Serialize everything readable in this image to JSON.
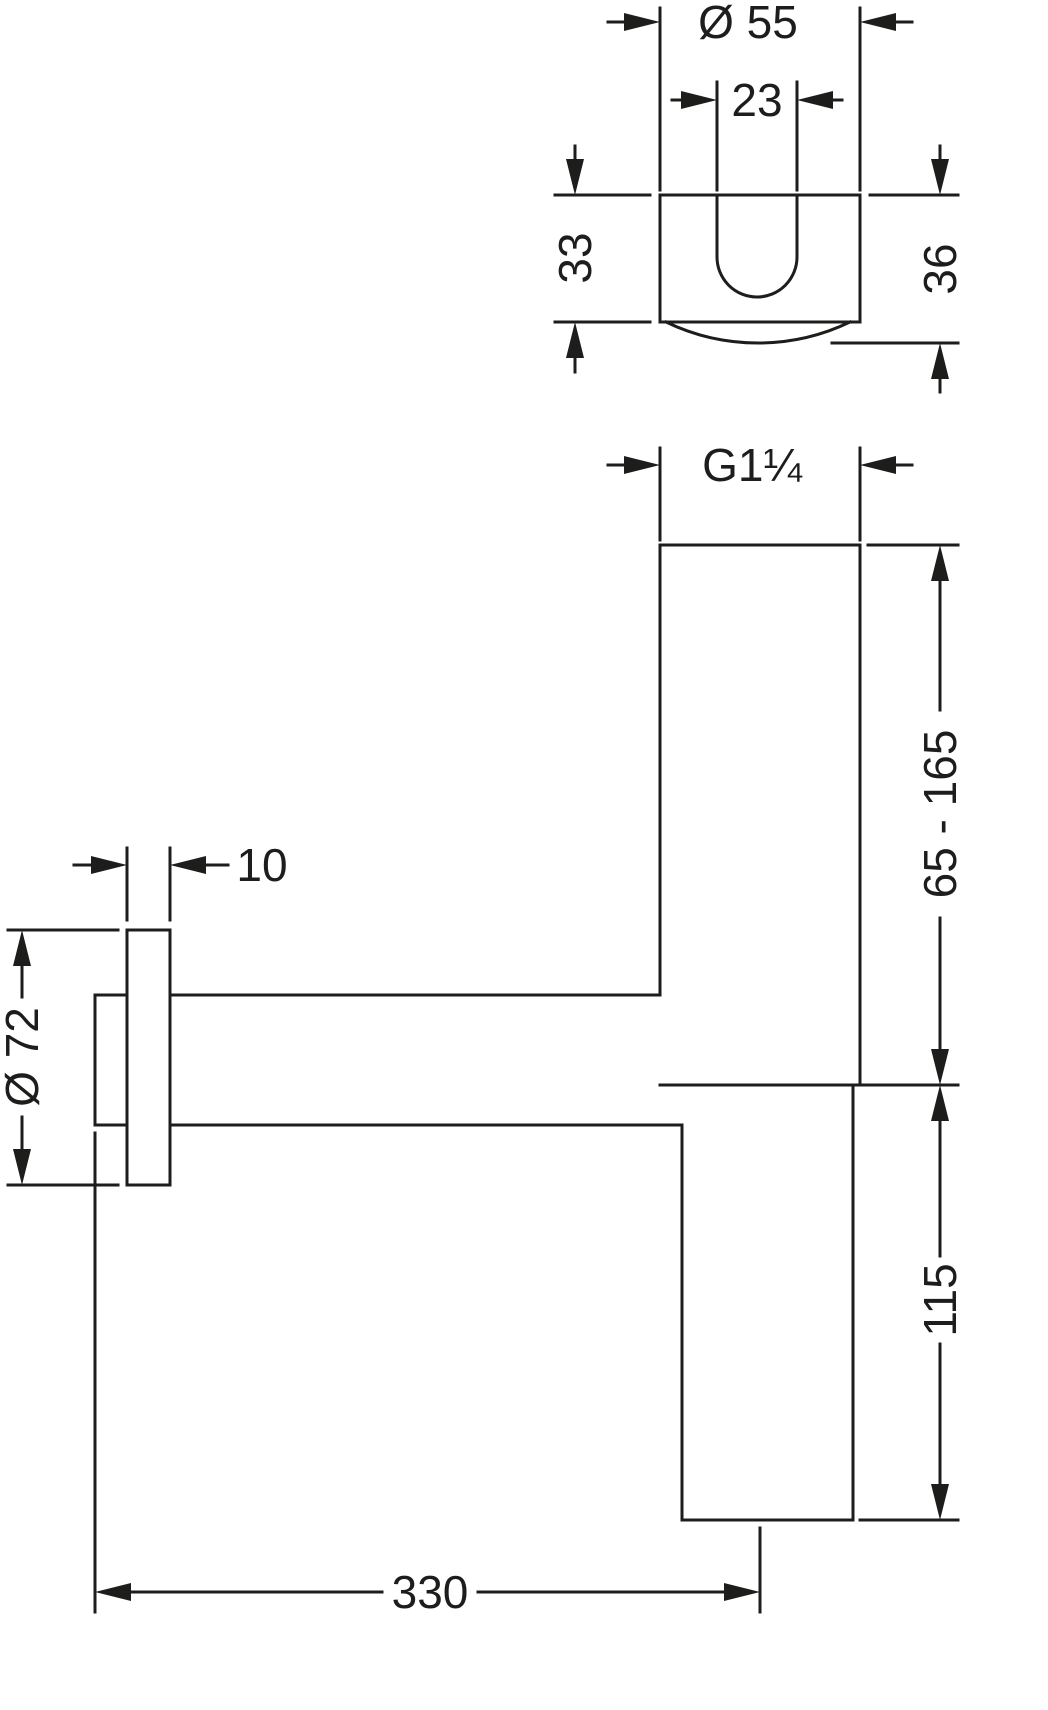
{
  "colors": {
    "ink": "#1d1d1b",
    "paper": "#ffffff"
  },
  "detail_view": {
    "diameter": "Ø 55",
    "slot_width": "23",
    "depth_front": "33",
    "depth_total": "36"
  },
  "main_view": {
    "inlet_thread": "G1¼",
    "adjustment_range": "65 - 165",
    "flange_thickness": "10",
    "flange_diameter": "Ø 72",
    "outlet_length": "115",
    "projection": "330"
  }
}
